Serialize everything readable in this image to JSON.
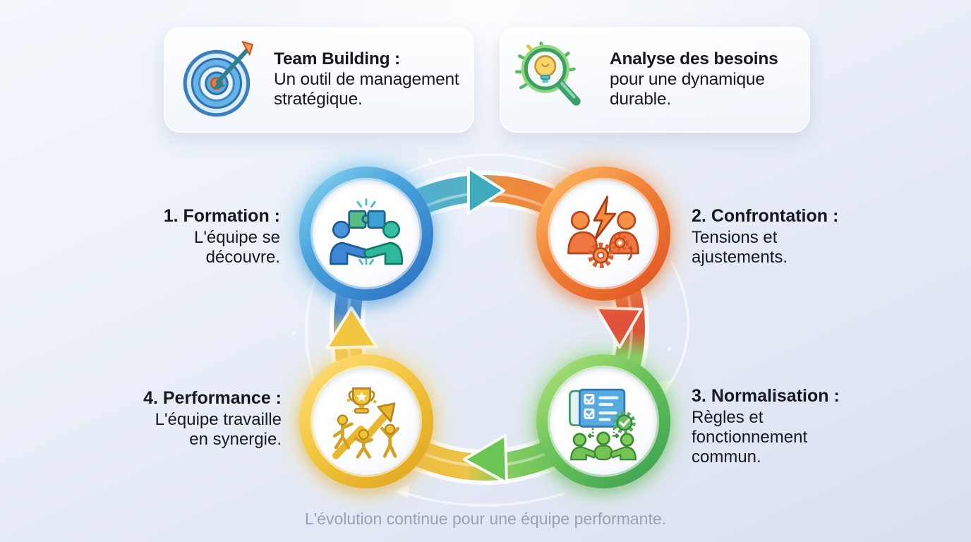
{
  "page": {
    "caption": "L'évolution continue pour une équipe performante.",
    "background_top": "#f3f7fc",
    "background_bottom": "#dadff0"
  },
  "cards": [
    {
      "icon": "target-arrow-icon",
      "title": "Team Building :",
      "body": "Un outil de management stratégique."
    },
    {
      "icon": "magnifier-lightbulb-icon",
      "title": "Analyse des besoins",
      "body": "pour une dynamique durable."
    }
  ],
  "cycle": {
    "stages": [
      {
        "number": "1.",
        "name": "Formation :",
        "description": "L'équipe se découvre.",
        "icon": "handshake-puzzle-icon",
        "color": "#2f7cc6"
      },
      {
        "number": "2.",
        "name": "Confrontation :",
        "description": "Tensions et ajustements.",
        "icon": "conflict-gears-icon",
        "color": "#e8622e"
      },
      {
        "number": "3.",
        "name": "Normalisation :",
        "description": "Règles et fonctionnement commun.",
        "icon": "rules-board-icon",
        "color": "#4db153"
      },
      {
        "number": "4.",
        "name": "Performance :",
        "description": "L'équipe travaille en synergie.",
        "icon": "growth-trophy-icon",
        "color": "#edb52e"
      }
    ],
    "arrow_colors": {
      "top": "#4fb0c6",
      "right": "#e2553a",
      "bottom": "#7cc75c",
      "left": "#f1c446"
    }
  }
}
